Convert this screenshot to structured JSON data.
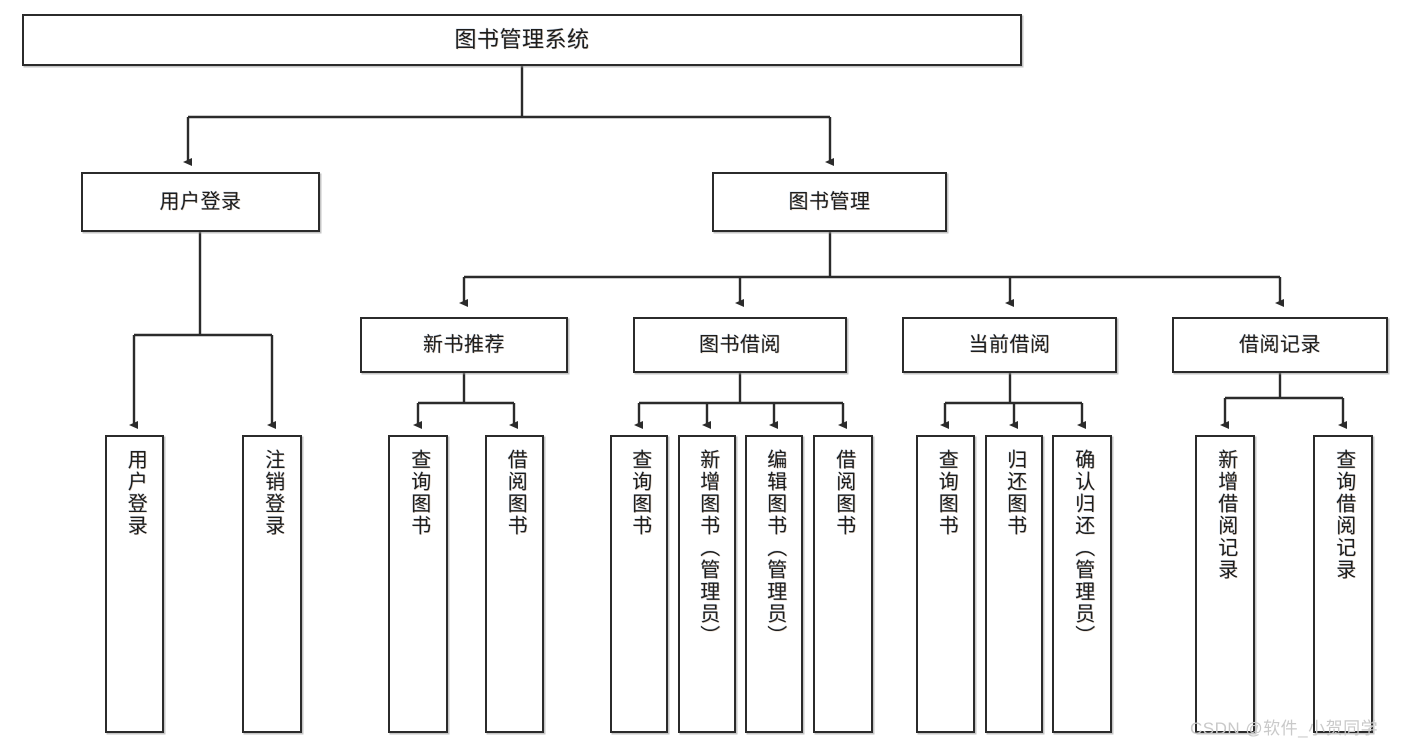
{
  "diagram": {
    "type": "tree-hierarchy-chart",
    "title": "图书管理系统",
    "orientation": "top-down",
    "colors": {
      "box_border": "#2b2b2b",
      "box_fill": "#ffffff",
      "connector": "#2b2b2b",
      "text": "#1d1d1d",
      "watermark": "#c9c9c9"
    }
  },
  "nodes": {
    "root": {
      "label": "图书管理系统"
    },
    "level2": [
      {
        "label": "用户登录"
      },
      {
        "label": "图书管理"
      }
    ],
    "level3": [
      {
        "label": "新书推荐"
      },
      {
        "label": "图书借阅"
      },
      {
        "label": "当前借阅"
      },
      {
        "label": "借阅记录"
      }
    ],
    "leaves": {
      "user_login": [
        {
          "label": "用户登录"
        },
        {
          "label": "注销登录"
        }
      ],
      "new_book_rec": [
        {
          "label": "查询图书"
        },
        {
          "label": "借阅图书"
        }
      ],
      "book_borrow": [
        {
          "label": "查询图书"
        },
        {
          "label": "新增图书（管理员）"
        },
        {
          "label": "编辑图书（管理员）"
        },
        {
          "label": "借阅图书"
        }
      ],
      "current_borrow": [
        {
          "label": "查询图书"
        },
        {
          "label": "归还图书"
        },
        {
          "label": "确认归还（管理员）"
        }
      ],
      "borrow_record": [
        {
          "label": "新增借阅记录"
        },
        {
          "label": "查询借阅记录"
        }
      ]
    }
  },
  "watermark": {
    "text": "CSDN @软件_小贺同学"
  }
}
